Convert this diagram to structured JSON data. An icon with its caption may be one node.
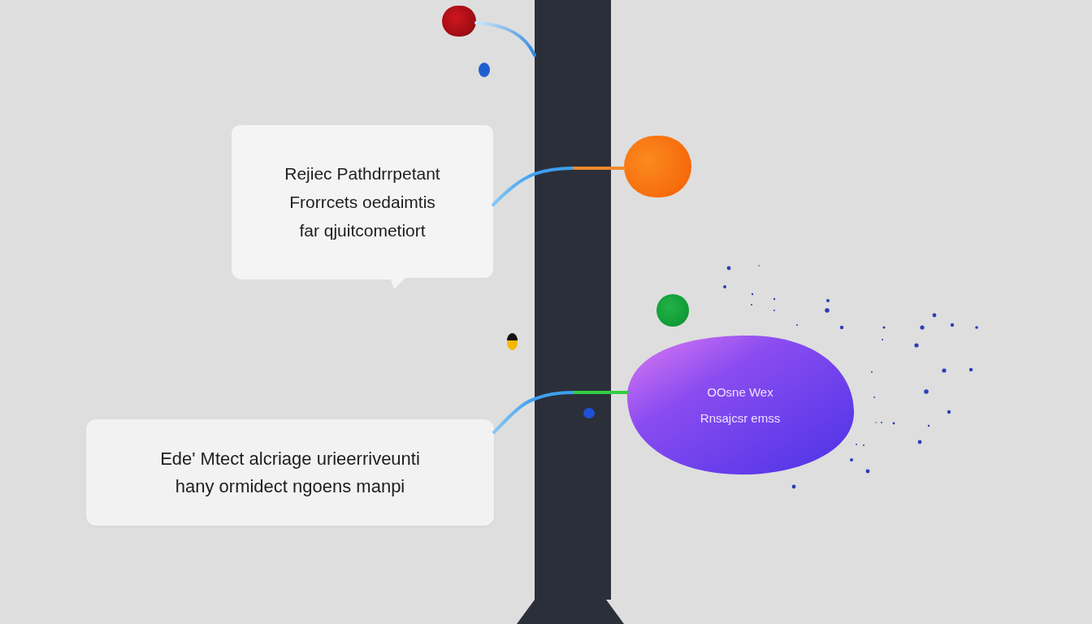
{
  "diagram": {
    "nodes": [
      {
        "text": [
          "Rejiec Pathdrrpetant Frorrcets oedaimtis far qjuitcometiort"
        ]
      },
      {
        "text": [
          "Ede' Mtect alcriage urieerriveunti hany ormidect ngoens manpi"
        ]
      },
      {
        "text": [
          "OOsne Wex Rnsajcsr emss"
        ]
      },
      {
        "text": [],
        "shape": "bar"
      },
      {
        "text": [],
        "shape": "circle"
      },
      {
        "text": [],
        "shape": "circle"
      },
      {
        "text": [],
        "shape": "circle"
      },
      {
        "text": [],
        "shape": "trapezoid"
      }
    ],
    "edges": [
      {
        "from": 4,
        "to": 3,
        "arrow": "none"
      },
      {
        "from": 5,
        "to": 3,
        "arrow": "none",
        "color": "#f08a2a"
      },
      {
        "from": 3,
        "to": 0,
        "arrow": "none"
      },
      {
        "from": 2,
        "to": 3,
        "arrow": "none",
        "color": "#33cc44"
      },
      {
        "from": 3,
        "to": 1,
        "arrow": "none"
      }
    ]
  }
}
